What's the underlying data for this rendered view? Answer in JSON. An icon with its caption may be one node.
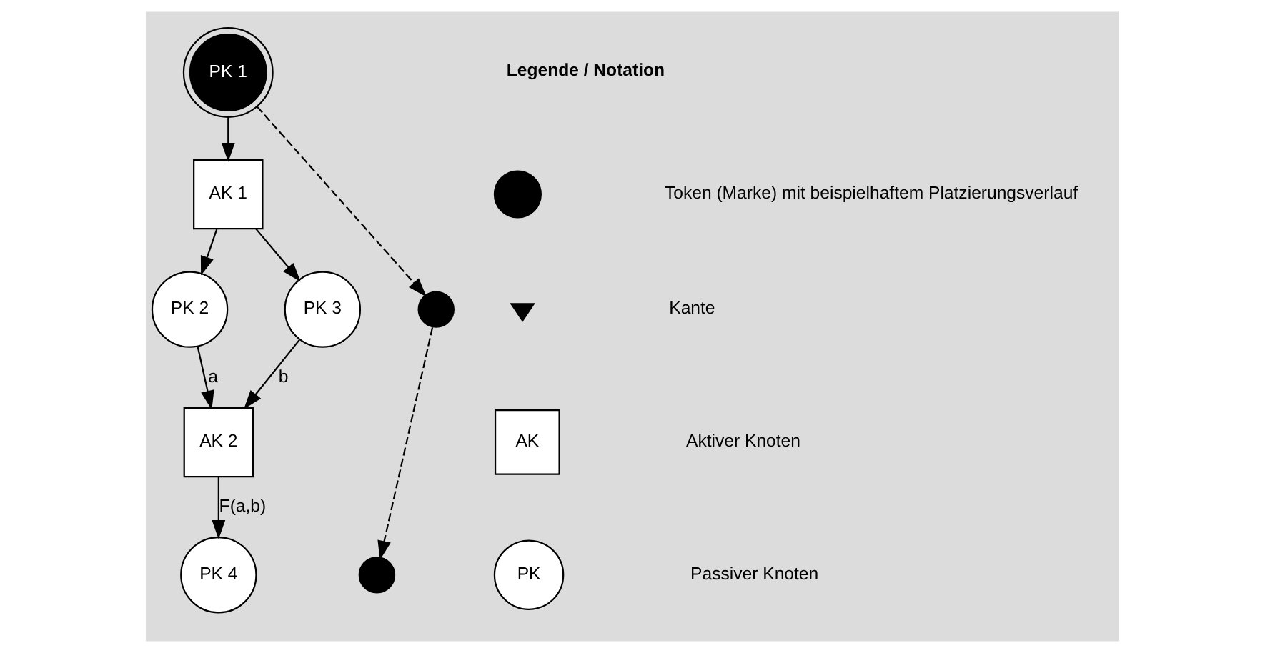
{
  "diagram": {
    "nodes": [
      {
        "text": [
          "PK 1"
        ]
      },
      {
        "text": [
          "AK 1"
        ]
      },
      {
        "text": [
          "PK 2"
        ]
      },
      {
        "text": [
          "PK 3"
        ]
      },
      {
        "text": [
          "AK 2"
        ]
      },
      {
        "text": [
          "PK 4"
        ]
      },
      {
        "text": [],
        "shape": "circle"
      },
      {
        "text": [],
        "shape": "circle"
      },
      {
        "text": [
          "AK"
        ]
      },
      {
        "text": [
          "PK"
        ]
      },
      {
        "text": [],
        "shape": "circle"
      }
    ],
    "edges": [
      {
        "from": 0,
        "to": 1,
        "arrow": "to"
      },
      {
        "from": 1,
        "to": 2,
        "arrow": "to"
      },
      {
        "from": 1,
        "to": 3,
        "arrow": "to"
      },
      {
        "from": 2,
        "to": 4,
        "label": "a",
        "arrow": "to"
      },
      {
        "from": 3,
        "to": 4,
        "label": "b",
        "arrow": "to"
      },
      {
        "from": 4,
        "to": 5,
        "label": "F(a,b)",
        "arrow": "to"
      },
      {
        "from": 0,
        "to": 6,
        "arrow": "to",
        "style": "dashed"
      },
      {
        "from": 6,
        "to": 7,
        "arrow": "to",
        "style": "dashed"
      }
    ],
    "labels": [
      "Legende / Notation"
    ],
    "legend": [
      {
        "text": "Token (Marke) mit beispielhaftem Platzierungsverlauf"
      },
      {
        "text": "Kante"
      },
      {
        "text": "Aktiver Knoten"
      },
      {
        "text": "Passiver Knoten"
      }
    ]
  }
}
